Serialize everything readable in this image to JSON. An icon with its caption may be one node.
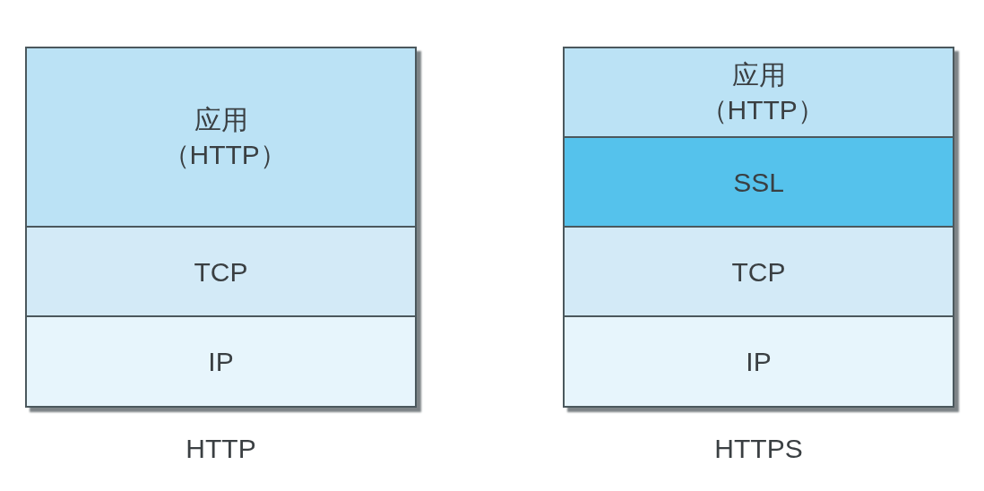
{
  "diagram": {
    "nodes": [
      {
        "text": [],
        "shape": "box",
        "beside": [
          "HTTP"
        ]
      },
      {
        "text": [
          "应用（HTTP）"
        ],
        "in": 0
      },
      {
        "text": [
          "TCP"
        ],
        "in": 0
      },
      {
        "text": [
          "IP"
        ],
        "in": 0
      },
      {
        "text": [],
        "shape": "box",
        "beside": [
          "HTTPS"
        ]
      },
      {
        "text": [
          "应用（HTTP）"
        ],
        "in": 4
      },
      {
        "text": [
          "SSL"
        ],
        "in": 4
      },
      {
        "text": [
          "TCP"
        ],
        "in": 4
      },
      {
        "text": [
          "IP"
        ],
        "in": 4
      }
    ],
    "edges": []
  }
}
